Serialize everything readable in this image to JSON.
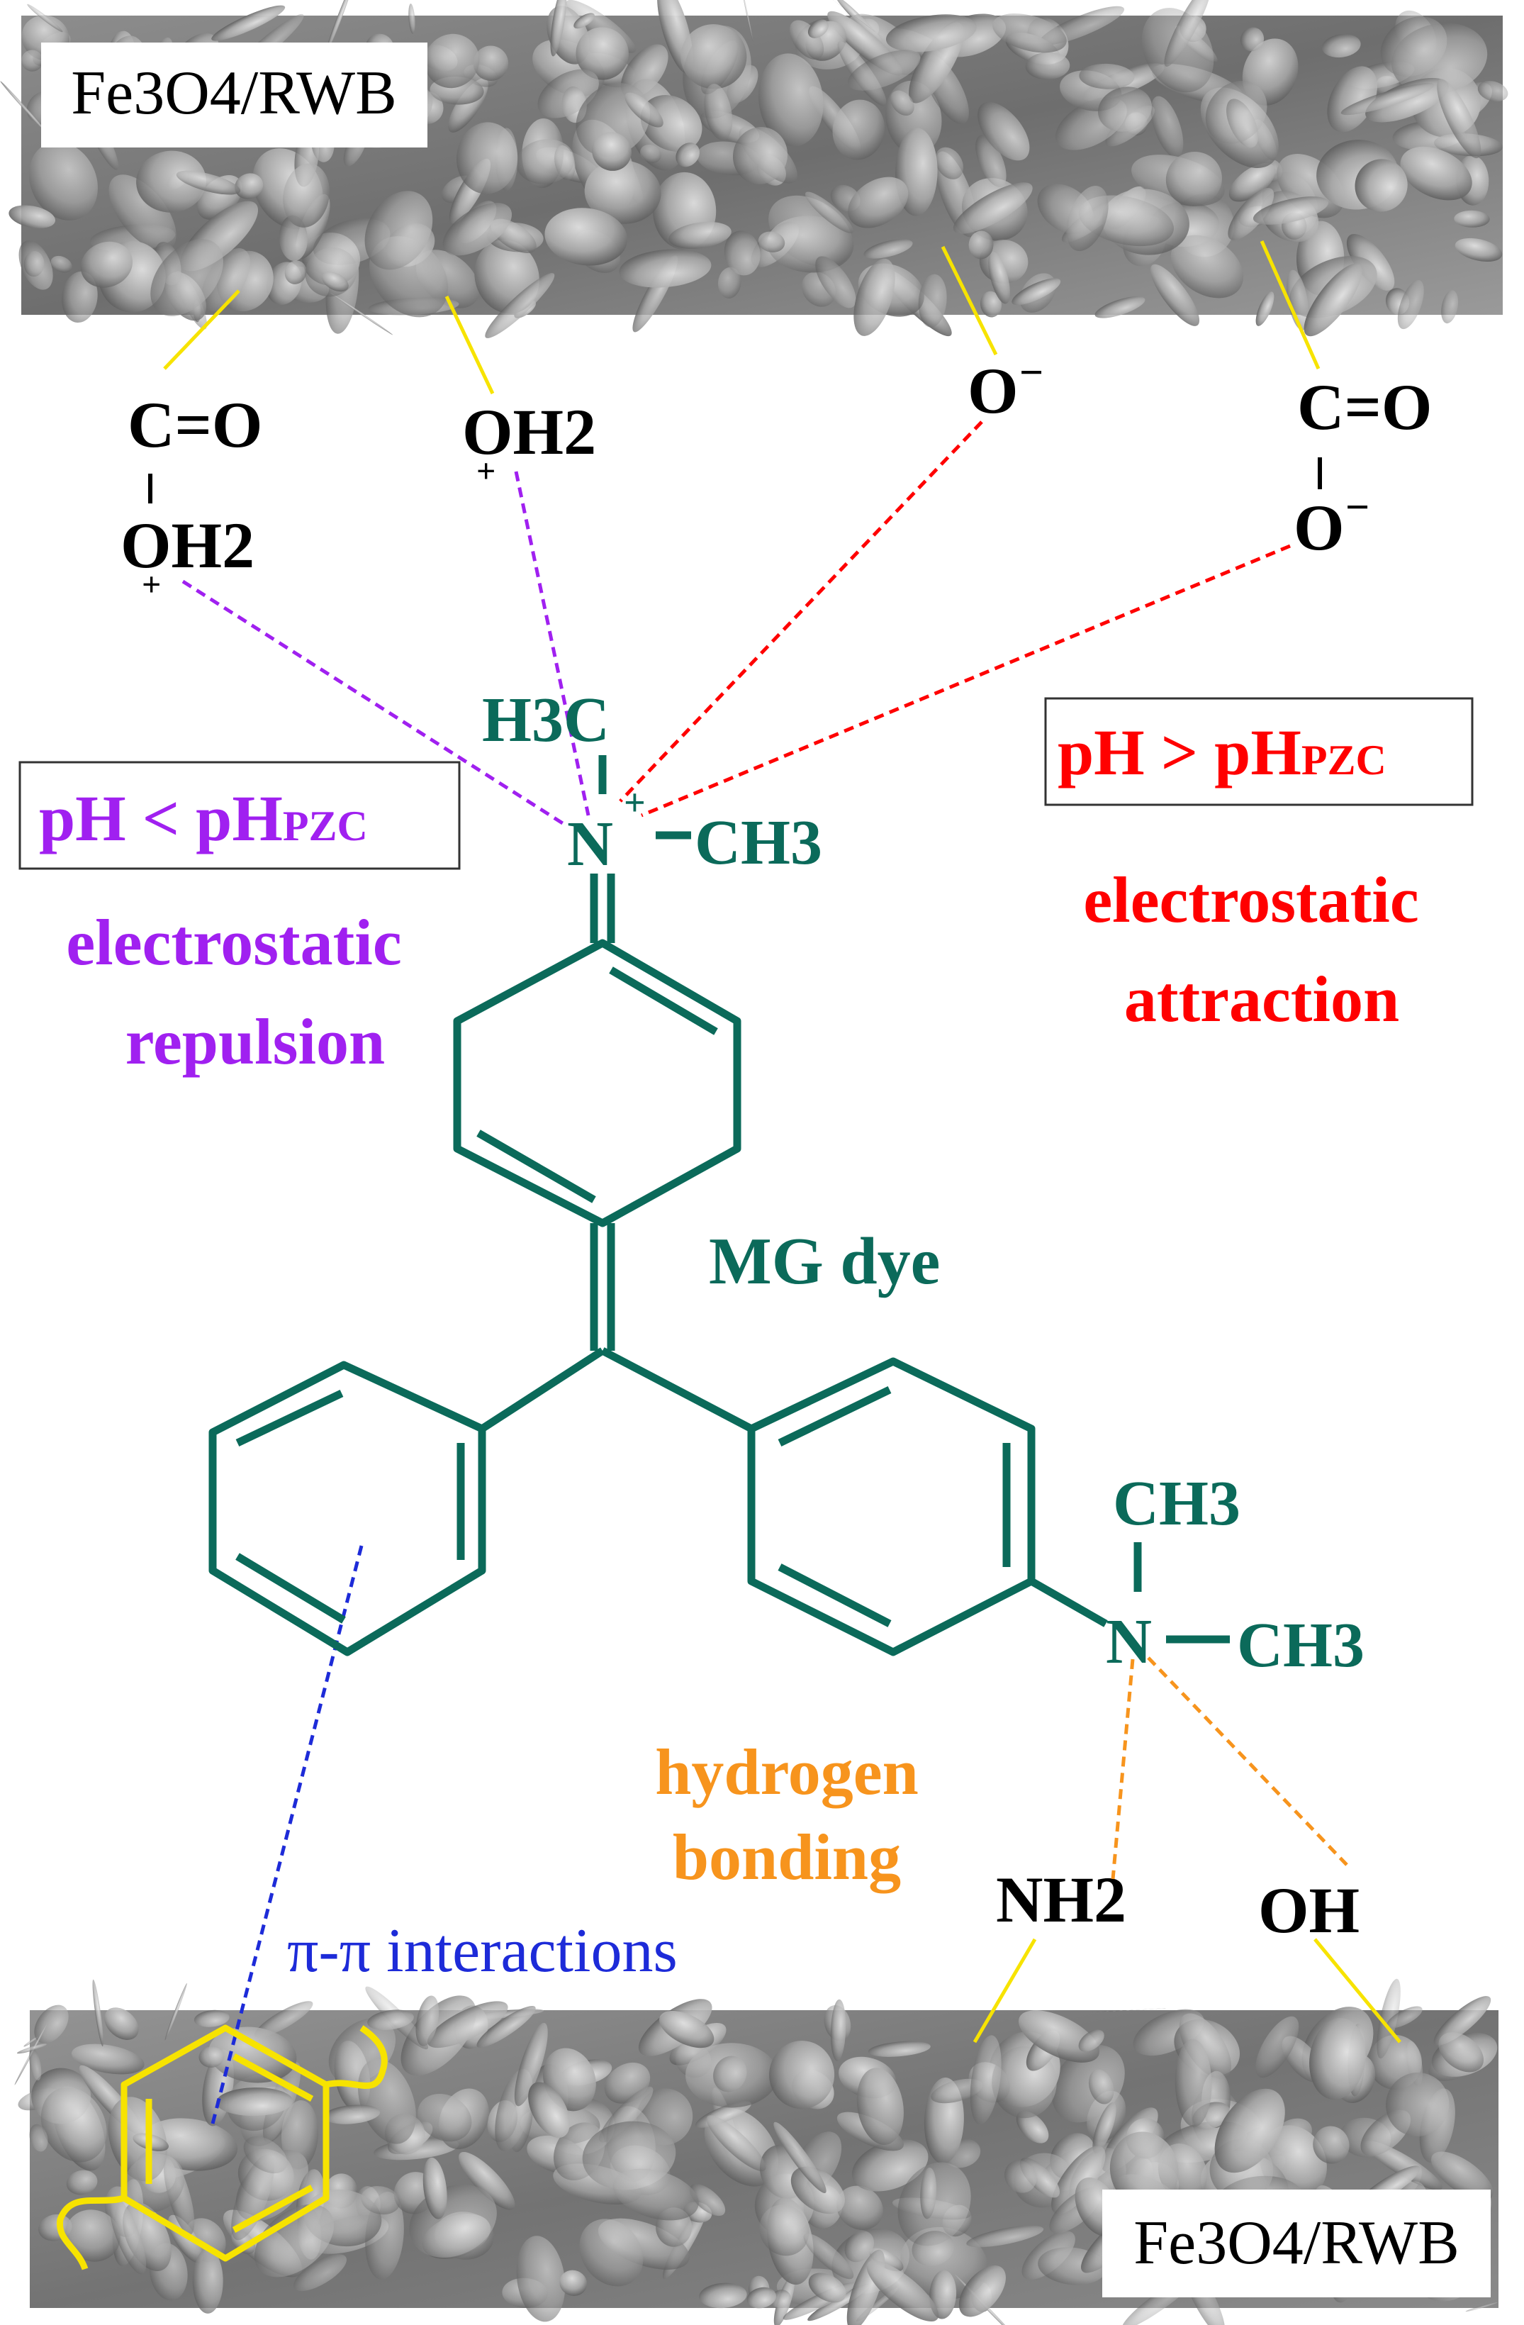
{
  "panels": {
    "top_label": "Fe3O4/RWB",
    "bottom_label": "Fe3O4/RWB"
  },
  "surface_groups": {
    "carboxyl_protonated": {
      "top": "C=O",
      "bottom": "OH2",
      "charge": "+"
    },
    "hydroxyl_protonated": {
      "text": "OH2",
      "charge": "+"
    },
    "oxide_anion": {
      "text": "O",
      "charge": "−"
    },
    "carboxylate": {
      "top": "C=O",
      "bottom": "O",
      "charge": "−"
    },
    "amine": {
      "text": "NH2"
    },
    "hydroxyl": {
      "text": "OH"
    }
  },
  "dye": {
    "name": "MG dye",
    "n_methyl_top": "H3C",
    "n_methyl_right": "CH3",
    "amine_methyl_1": "CH3",
    "amine_methyl_2": "CH3",
    "nitrogen": "N",
    "charge": "+"
  },
  "mechanisms": {
    "acidic": {
      "condition": "pH < pH",
      "subscript": "PZC",
      "effect_line1": "electrostatic",
      "effect_line2": "repulsion",
      "color": "#a020f0"
    },
    "basic": {
      "condition": "pH > pH",
      "subscript": "PZC",
      "effect_line1": "electrostatic",
      "effect_line2": "attraction",
      "color": "#ff0000"
    },
    "hbond": {
      "line1": "hydrogen",
      "line2": "bonding",
      "color": "#f7941d"
    },
    "pipi": {
      "text": "π-π interactions",
      "color": "#1d2bd8"
    }
  },
  "colors": {
    "dye": "#0b6a5a",
    "link": "#f7e300",
    "label_black": "#000000"
  }
}
